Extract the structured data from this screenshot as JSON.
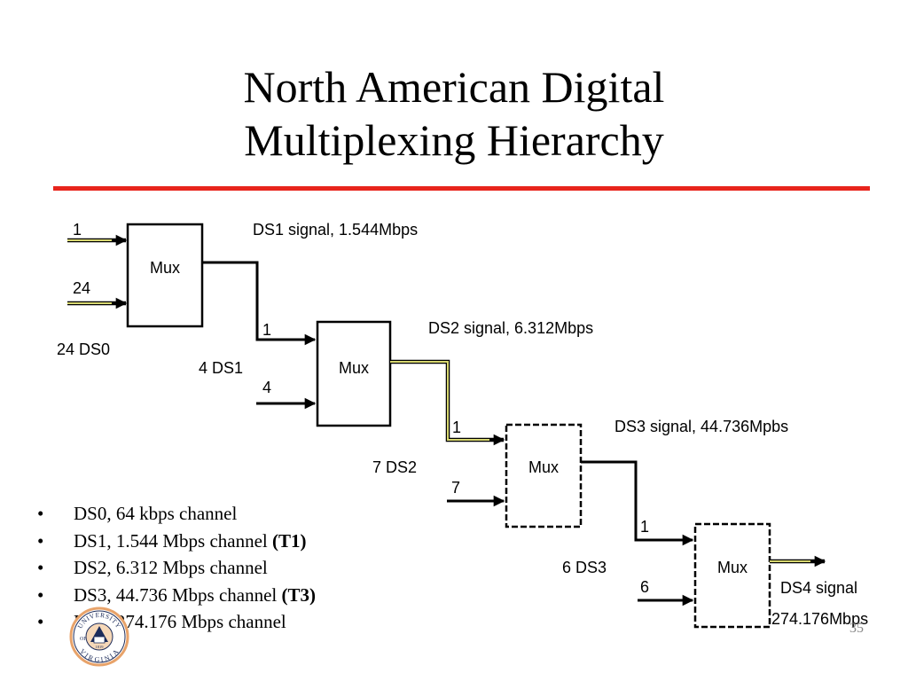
{
  "title": {
    "line1": "North American Digital",
    "line2": "Multiplexing Hierarchy"
  },
  "colors": {
    "rule": "#e8241c",
    "highlight_wire": "#d8d870"
  },
  "diagram": {
    "mux1": {
      "label": "Mux",
      "input_top": "1",
      "input_bottom": "24",
      "group_label": "24 DS0",
      "output_label": "DS1 signal, 1.544Mbps"
    },
    "mux2": {
      "label": "Mux",
      "input_top": "1",
      "input_bottom": "4",
      "group_label": "4 DS1",
      "output_label": "DS2 signal, 6.312Mbps"
    },
    "mux3": {
      "label": "Mux",
      "input_top": "1",
      "input_bottom": "7",
      "group_label": "7 DS2",
      "output_label": "DS3 signal, 44.736Mpbs"
    },
    "mux4": {
      "label": "Mux",
      "input_top": "1",
      "input_bottom": "6",
      "group_label": "6 DS3",
      "output_label_1": "DS4 signal",
      "output_label_2": "274.176Mbps"
    }
  },
  "bullets": [
    {
      "text": "DS0,  64 kbps channel",
      "bold": ""
    },
    {
      "text": "DS1,  1.544 Mbps channel  ",
      "bold": "(T1)"
    },
    {
      "text": "DS2,  6.312 Mbps channel",
      "bold": ""
    },
    {
      "text": "DS3,  44.736 Mbps channel ",
      "bold": "(T3)"
    },
    {
      "text": "DS4,  274.176 Mbps channel",
      "bold": ""
    }
  ],
  "logo": {
    "arc_top": "UNIVERSITY",
    "arc_bottom": "VIRGINIA",
    "center": "OF",
    "year": "1819"
  },
  "page_number": "35"
}
